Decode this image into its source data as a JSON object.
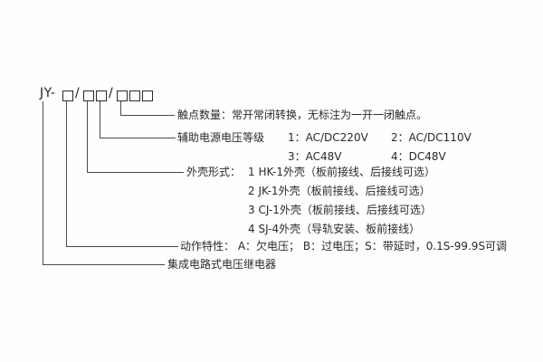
{
  "page": {
    "background": "#ffffff",
    "line_color": "#4a4a4a",
    "text_color": "#2a2a2a"
  },
  "model_code": {
    "prefix": "JY-",
    "separator1": "/",
    "separator2": "/",
    "box_groups": [
      1,
      2,
      3
    ]
  },
  "annotations": {
    "contacts": {
      "text": "触点数量：常开常闭转换，无标注为一开一闭触点。"
    },
    "aux_voltage": {
      "label": "辅助电源电压等级",
      "option1": "1：AC/DC220V",
      "option2": "2：AC/DC110V",
      "option3": "3：AC48V",
      "option4": "4：DC48V"
    },
    "case_type": {
      "label": "外壳形式：",
      "options": [
        "1  HK-1外壳（板前接线、后接线可选）",
        "2  JK-1外壳（板前接线、后接线可选）",
        "3  CJ-1外壳（板前接线、后接线可选）",
        "4  SJ-4外壳（导轨安装、板前接线）"
      ]
    },
    "action_characteristic": {
      "text": "动作特性：  A：欠电压；  B：过电压；S：带延时，0.1S-99.9S可调"
    },
    "product_name": {
      "text": "集成电路式电压继电器"
    }
  }
}
